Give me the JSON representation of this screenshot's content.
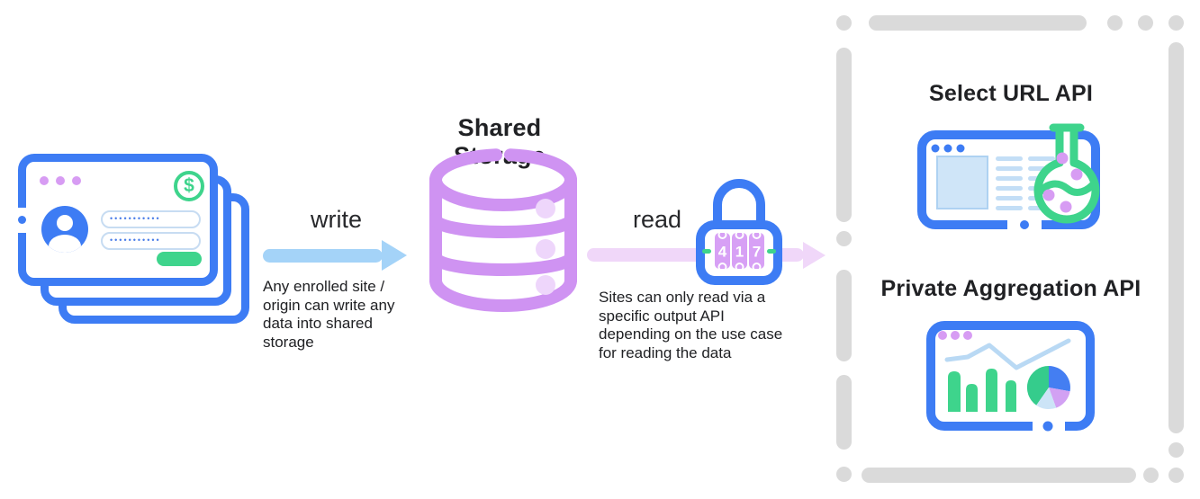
{
  "diagram_title": "Shared Storage",
  "flow": {
    "write_label": "write",
    "write_caption": "Any enrolled site /\norigin can write any\ndata into shared\nstorage",
    "read_label": "read",
    "read_caption": "Sites can only read via a\nspecific output API\ndepending on the use case\nfor reading the data"
  },
  "login_window": {
    "password_value_1": "•••••••••••",
    "password_value_2": "•••••••••••",
    "currency_symbol": "$"
  },
  "lock": {
    "combination": "417",
    "dials": [
      "4",
      "1",
      "7"
    ]
  },
  "apis": {
    "select_url": {
      "title": "Select URL API"
    },
    "private_aggregation": {
      "title": "Private Aggregation API"
    }
  },
  "icons": {
    "browser_stack": "browser-stack-icon",
    "dollar": "dollar-icon",
    "avatar": "avatar-icon",
    "database": "database-icon",
    "lock": "combination-lock-icon",
    "browser_flask": "browser-flask-icon",
    "dashboard": "dashboard-chart-icon"
  },
  "colors": {
    "blue": "#3d7cf4",
    "light_blue": "#a4d3f8",
    "pale_blue": "#c9e2f8",
    "green": "#3ed48c",
    "purple": "#d79cf3",
    "database_purple": "#cf93f2",
    "read_pink": "#f0d7f9",
    "frame_gray": "#dadada",
    "text": "#202124"
  }
}
